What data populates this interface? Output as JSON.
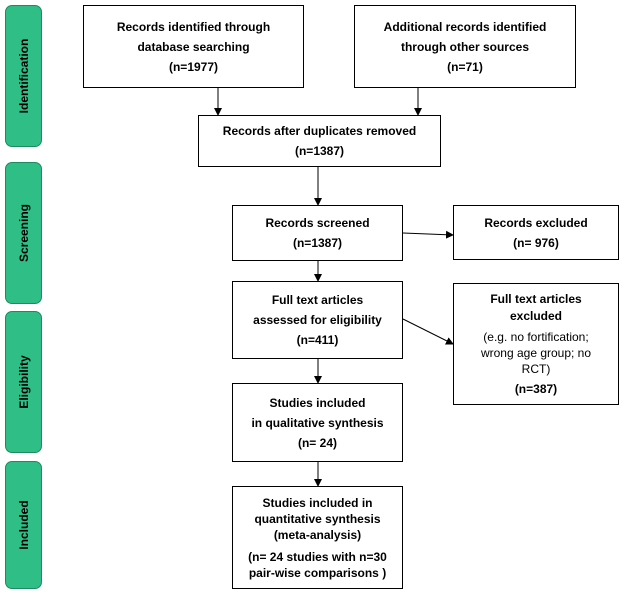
{
  "phases": {
    "identification": "Identification",
    "screening": "Screening",
    "eligibility": "Eligibility",
    "included": "Included"
  },
  "boxes": {
    "database": {
      "line1": "Records identified through",
      "line2": "database searching",
      "count": "(n=1977)"
    },
    "other": {
      "line1": "Additional records identified",
      "line2": "through other sources",
      "count": "(n=71)"
    },
    "deduplicated": {
      "line1": "Records after duplicates removed",
      "count": "(n=1387)"
    },
    "screened": {
      "line1": "Records screened",
      "count": "(n=1387)"
    },
    "excluded": {
      "line1": "Records excluded",
      "count": "(n= 976)"
    },
    "fulltext": {
      "line1": "Full text articles",
      "line2": "assessed for eligibility",
      "count": "(n=411)"
    },
    "fulltext_excluded": {
      "line1": "Full text articles",
      "line2": "excluded",
      "reason1": "(e.g. no fortification;",
      "reason2": "wrong age group;  no",
      "reason3": "RCT)",
      "count": "(n=387)"
    },
    "qualitative": {
      "line1": "Studies included",
      "line2": "in qualitative synthesis",
      "count": "(n= 24)"
    },
    "quantitative": {
      "line1": "Studies included in",
      "line2": "quantitative synthesis",
      "line3": "(meta-analysis)",
      "count1": "(n= 24 studies with n=30",
      "count2": "pair-wise comparisons )"
    }
  },
  "colors": {
    "phase_fill": "#2fbf86",
    "border": "#000000"
  }
}
